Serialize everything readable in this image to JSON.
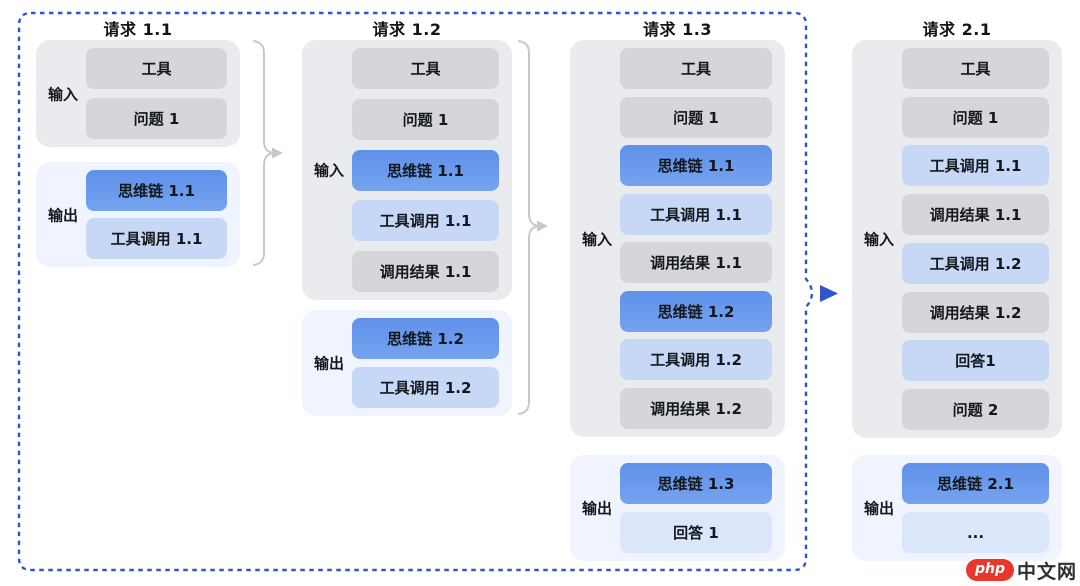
{
  "diagram": {
    "columns": [
      {
        "title": "请求 1.1",
        "input_label": "输入",
        "output_label": "输出",
        "input_boxes": [
          {
            "label": "工具",
            "type": "gray"
          },
          {
            "label": "问题 1",
            "type": "gray"
          }
        ],
        "output_boxes": [
          {
            "label": "思维链 1.1",
            "type": "blue"
          },
          {
            "label": "工具调用 1.1",
            "type": "lightblue"
          }
        ]
      },
      {
        "title": "请求 1.2",
        "input_label": "输入",
        "output_label": "输出",
        "input_boxes": [
          {
            "label": "工具",
            "type": "gray"
          },
          {
            "label": "问题 1",
            "type": "gray"
          },
          {
            "label": "思维链 1.1",
            "type": "blue"
          },
          {
            "label": "工具调用 1.1",
            "type": "lightblue"
          },
          {
            "label": "调用结果 1.1",
            "type": "gray"
          }
        ],
        "output_boxes": [
          {
            "label": "思维链 1.2",
            "type": "blue"
          },
          {
            "label": "工具调用 1.2",
            "type": "lightblue"
          }
        ]
      },
      {
        "title": "请求 1.3",
        "input_label": "输入",
        "output_label": "输出",
        "input_boxes": [
          {
            "label": "工具",
            "type": "gray"
          },
          {
            "label": "问题 1",
            "type": "gray"
          },
          {
            "label": "思维链 1.1",
            "type": "blue"
          },
          {
            "label": "工具调用 1.1",
            "type": "lightblue"
          },
          {
            "label": "调用结果 1.1",
            "type": "gray"
          },
          {
            "label": "思维链 1.2",
            "type": "blue"
          },
          {
            "label": "工具调用 1.2",
            "type": "lightblue"
          },
          {
            "label": "调用结果 1.2",
            "type": "gray"
          }
        ],
        "output_boxes": [
          {
            "label": "思维链 1.3",
            "type": "blue"
          },
          {
            "label": "回答 1",
            "type": "paleblue"
          }
        ]
      },
      {
        "title": "请求 2.1",
        "input_label": "输入",
        "output_label": "输出",
        "input_boxes": [
          {
            "label": "工具",
            "type": "gray"
          },
          {
            "label": "问题 1",
            "type": "gray"
          },
          {
            "label": "工具调用 1.1",
            "type": "lightblue"
          },
          {
            "label": "调用结果 1.1",
            "type": "gray"
          },
          {
            "label": "工具调用 1.2",
            "type": "lightblue"
          },
          {
            "label": "调用结果 1.2",
            "type": "gray"
          },
          {
            "label": "回答1",
            "type": "lightblue"
          },
          {
            "label": "问题 2",
            "type": "gray"
          }
        ],
        "output_boxes": [
          {
            "label": "思维链 2.1",
            "type": "blue"
          },
          {
            "label": "...",
            "type": "paleblue"
          }
        ]
      }
    ],
    "watermark": {
      "badge": "php",
      "text": "中文网"
    },
    "colors": {
      "border_blue": "#2E55CB",
      "arrow_blue": "#2E55CB",
      "box_blue": "#6898EC",
      "box_light_blue": "#C7D8F7",
      "box_pale_blue": "#DBE6FB",
      "box_gray": "#D4D6DA",
      "group_input_bg": "#E9EBEE",
      "group_output_bg": "#EFF4FE",
      "brace_gray": "#C6CAD0",
      "watermark_red": "#E8382D"
    }
  }
}
